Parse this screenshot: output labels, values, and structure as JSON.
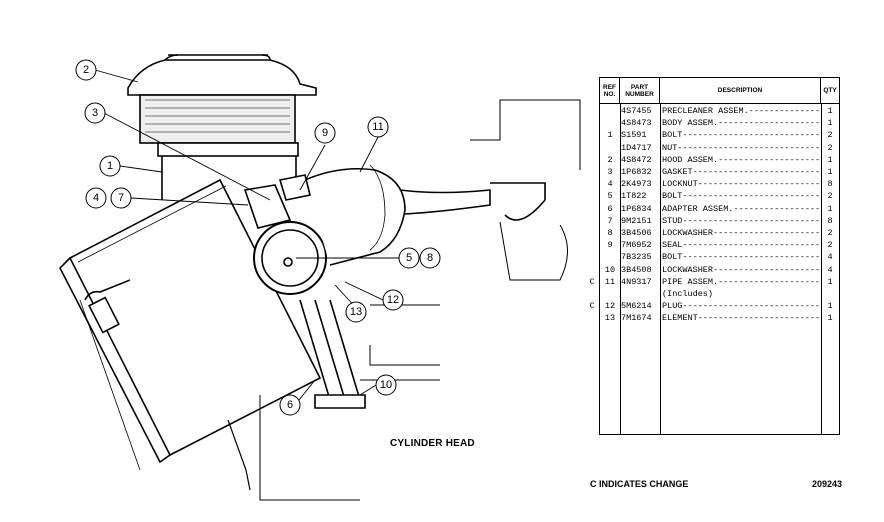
{
  "callouts": [
    "2",
    "3",
    "1",
    "4",
    "7",
    "9",
    "11",
    "5",
    "8",
    "12",
    "13",
    "6",
    "10"
  ],
  "caption": "CYLINDER HEAD",
  "table": {
    "headers": {
      "ref": "REF NO.",
      "part": "PART NUMBER",
      "desc": "DESCRIPTION",
      "qty": "QTY"
    },
    "rows": [
      {
        "chg": "",
        "ref": "",
        "part": "4S7455",
        "desc": "PRECLEANER ASSEM.----------------",
        "qty": "1"
      },
      {
        "chg": "",
        "ref": "",
        "part": "4S8473",
        "desc": "  BODY ASSEM.--------------------",
        "qty": "1"
      },
      {
        "chg": "",
        "ref": "1",
        "part": "S1591",
        "desc": "  BOLT---------------------------",
        "qty": "2"
      },
      {
        "chg": "",
        "ref": "",
        "part": "1D4717",
        "desc": "  NUT----------------------------",
        "qty": "2"
      },
      {
        "chg": "",
        "ref": "2",
        "part": "4S8472",
        "desc": "  HOOD ASSEM.--------------------",
        "qty": "1"
      },
      {
        "chg": "",
        "ref": "3",
        "part": "1P6832",
        "desc": "GASKET---------------------------",
        "qty": "1"
      },
      {
        "chg": "",
        "ref": "4",
        "part": "2K4973",
        "desc": "LOCKNUT--------------------------",
        "qty": "8"
      },
      {
        "chg": "",
        "ref": "5",
        "part": "1T822",
        "desc": "BOLT-----------------------------",
        "qty": "2"
      },
      {
        "chg": "",
        "ref": "6",
        "part": "1P6834",
        "desc": "ADAPTER ASSEM.-------------------",
        "qty": "1"
      },
      {
        "chg": "",
        "ref": "7",
        "part": "9M2151",
        "desc": "  STUD---------------------------",
        "qty": "8"
      },
      {
        "chg": "",
        "ref": "8",
        "part": "3B4506",
        "desc": "LOCKWASHER-----------------------",
        "qty": "2"
      },
      {
        "chg": "",
        "ref": "9",
        "part": "7M6952",
        "desc": "SEAL-----------------------------",
        "qty": "2"
      },
      {
        "chg": "",
        "ref": "",
        "part": "7B3235",
        "desc": "BOLT-----------------------------",
        "qty": "4"
      },
      {
        "chg": "",
        "ref": "10",
        "part": "3B4508",
        "desc": "LOCKWASHER-----------------------",
        "qty": "4"
      },
      {
        "chg": "C",
        "ref": "11",
        "part": "4N9317",
        "desc": "PIPE ASSEM.----------------------",
        "qty": "1"
      },
      {
        "chg": "",
        "ref": "",
        "part": "",
        "desc": "   (Includes)",
        "qty": ""
      },
      {
        "chg": "C",
        "ref": "12",
        "part": "5M6214",
        "desc": "   PLUG---------------------------",
        "qty": "1"
      },
      {
        "chg": "",
        "ref": "13",
        "part": "7M1674",
        "desc": "   ELEMENT------------------------",
        "qty": "1"
      }
    ]
  },
  "note": "C INDICATES CHANGE",
  "drawing_number": "209243"
}
